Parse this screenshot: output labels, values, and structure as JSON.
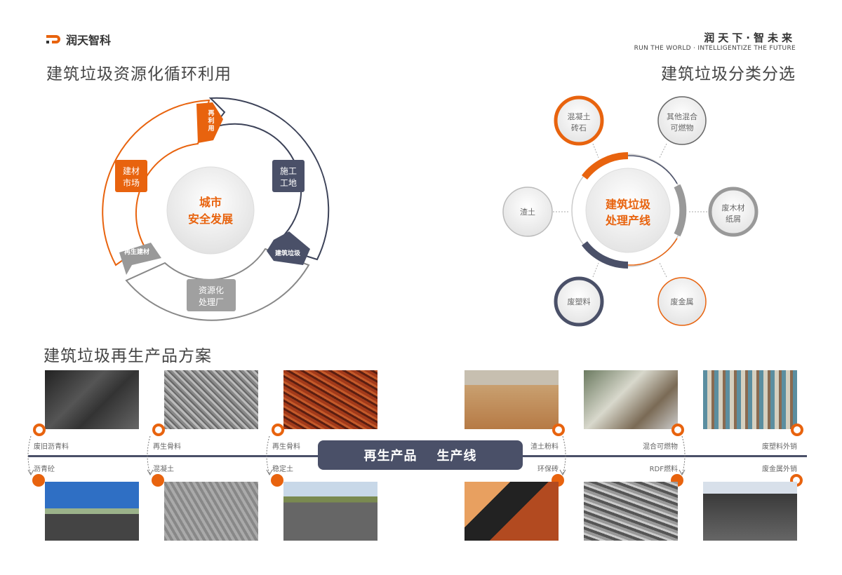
{
  "header": {
    "logo_text": "润天智科",
    "slogan_cn": "润天下·智未来",
    "slogan_en": "RUN THE WORLD · INTELLIGENTIZE THE FUTURE"
  },
  "cycle": {
    "title": "建筑垃圾资源化循环利用",
    "center": [
      "城市",
      "安全发展"
    ],
    "reuse": [
      "再",
      "利",
      "用"
    ],
    "market": [
      "建材",
      "市场"
    ],
    "site": [
      "施工",
      "工地"
    ],
    "waste_tag": "建筑垃圾",
    "plant": [
      "资源化",
      "处理厂"
    ],
    "recycled_tag": "再生建材"
  },
  "sorting": {
    "title": "建筑垃圾分类分选",
    "center": [
      "建筑垃圾",
      "处理产线"
    ],
    "items": [
      [
        "混凝土",
        "砖石"
      ],
      [
        "其他混合",
        "可燃物"
      ],
      [
        "渣土"
      ],
      [
        "废木材",
        "纸屑"
      ],
      [
        "废塑料"
      ],
      [
        "废金属"
      ]
    ]
  },
  "products": {
    "title": "建筑垃圾再生产品方案",
    "banner": [
      "再生产品",
      "生产线"
    ],
    "colors": {
      "accent": "#e8630e",
      "navy": "#4a5068"
    },
    "top_labels": [
      "废旧沥青料",
      "再生骨料",
      "再生骨料",
      "渣土粉料",
      "混合可燃物",
      "废塑料外销"
    ],
    "bottom_labels": [
      "沥青砼",
      "混凝土",
      "稳定土",
      "环保砖",
      "RDF燃料",
      "废金属外销"
    ]
  }
}
